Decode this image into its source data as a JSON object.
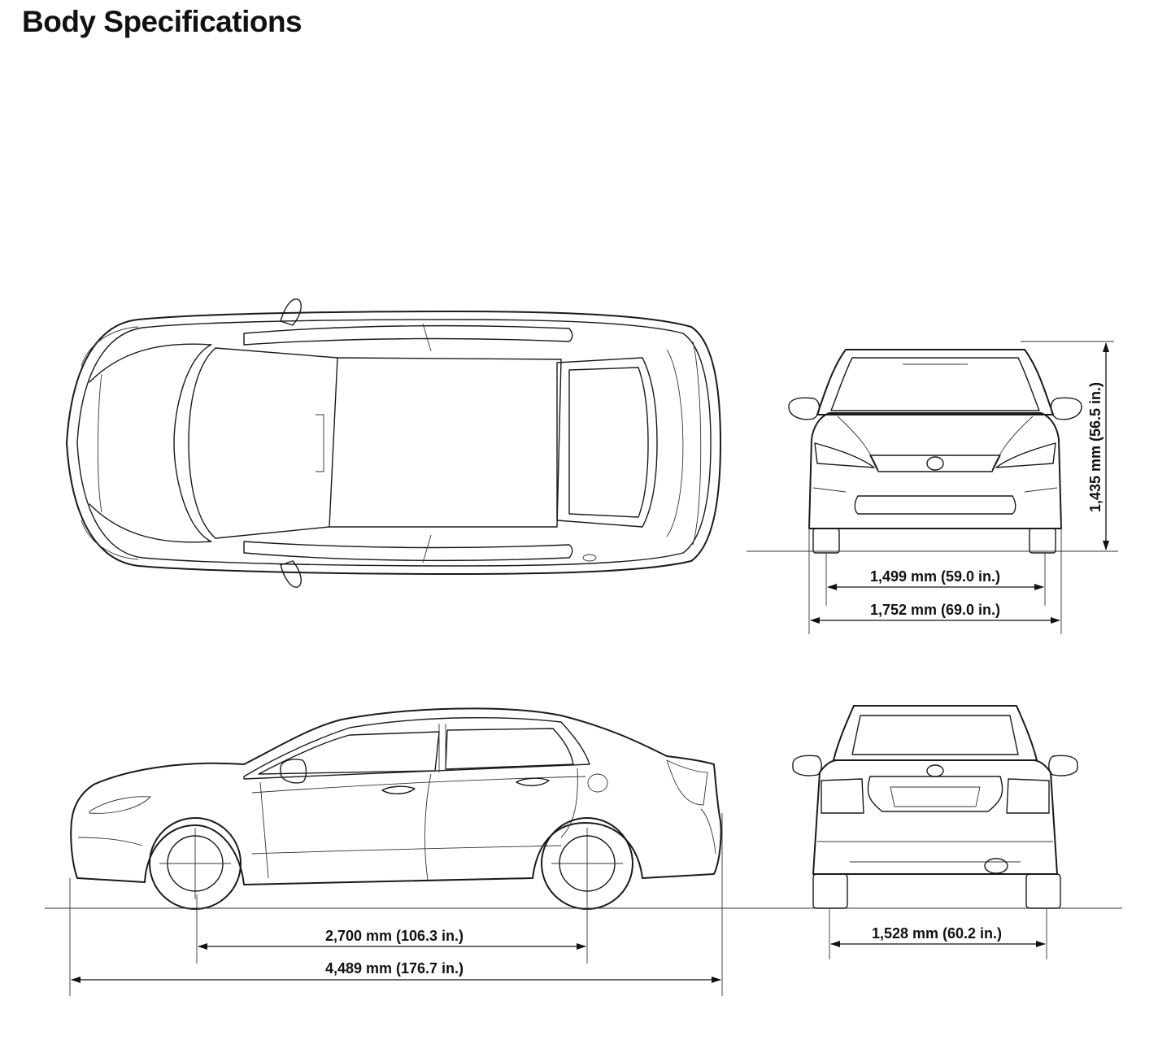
{
  "title": "Body Specifications",
  "dimensions": {
    "height": "1,435 mm (56.5 in.)",
    "front_tread": "1,499 mm (59.0 in.)",
    "width": "1,752 mm (69.0 in.)",
    "wheelbase": "2,700 mm (106.3 in.)",
    "length": "4,489 mm (176.7 in.)",
    "rear_tread": "1,528 mm (60.2 in.)"
  },
  "views": [
    "top-view",
    "front-view",
    "side-view",
    "rear-view"
  ]
}
